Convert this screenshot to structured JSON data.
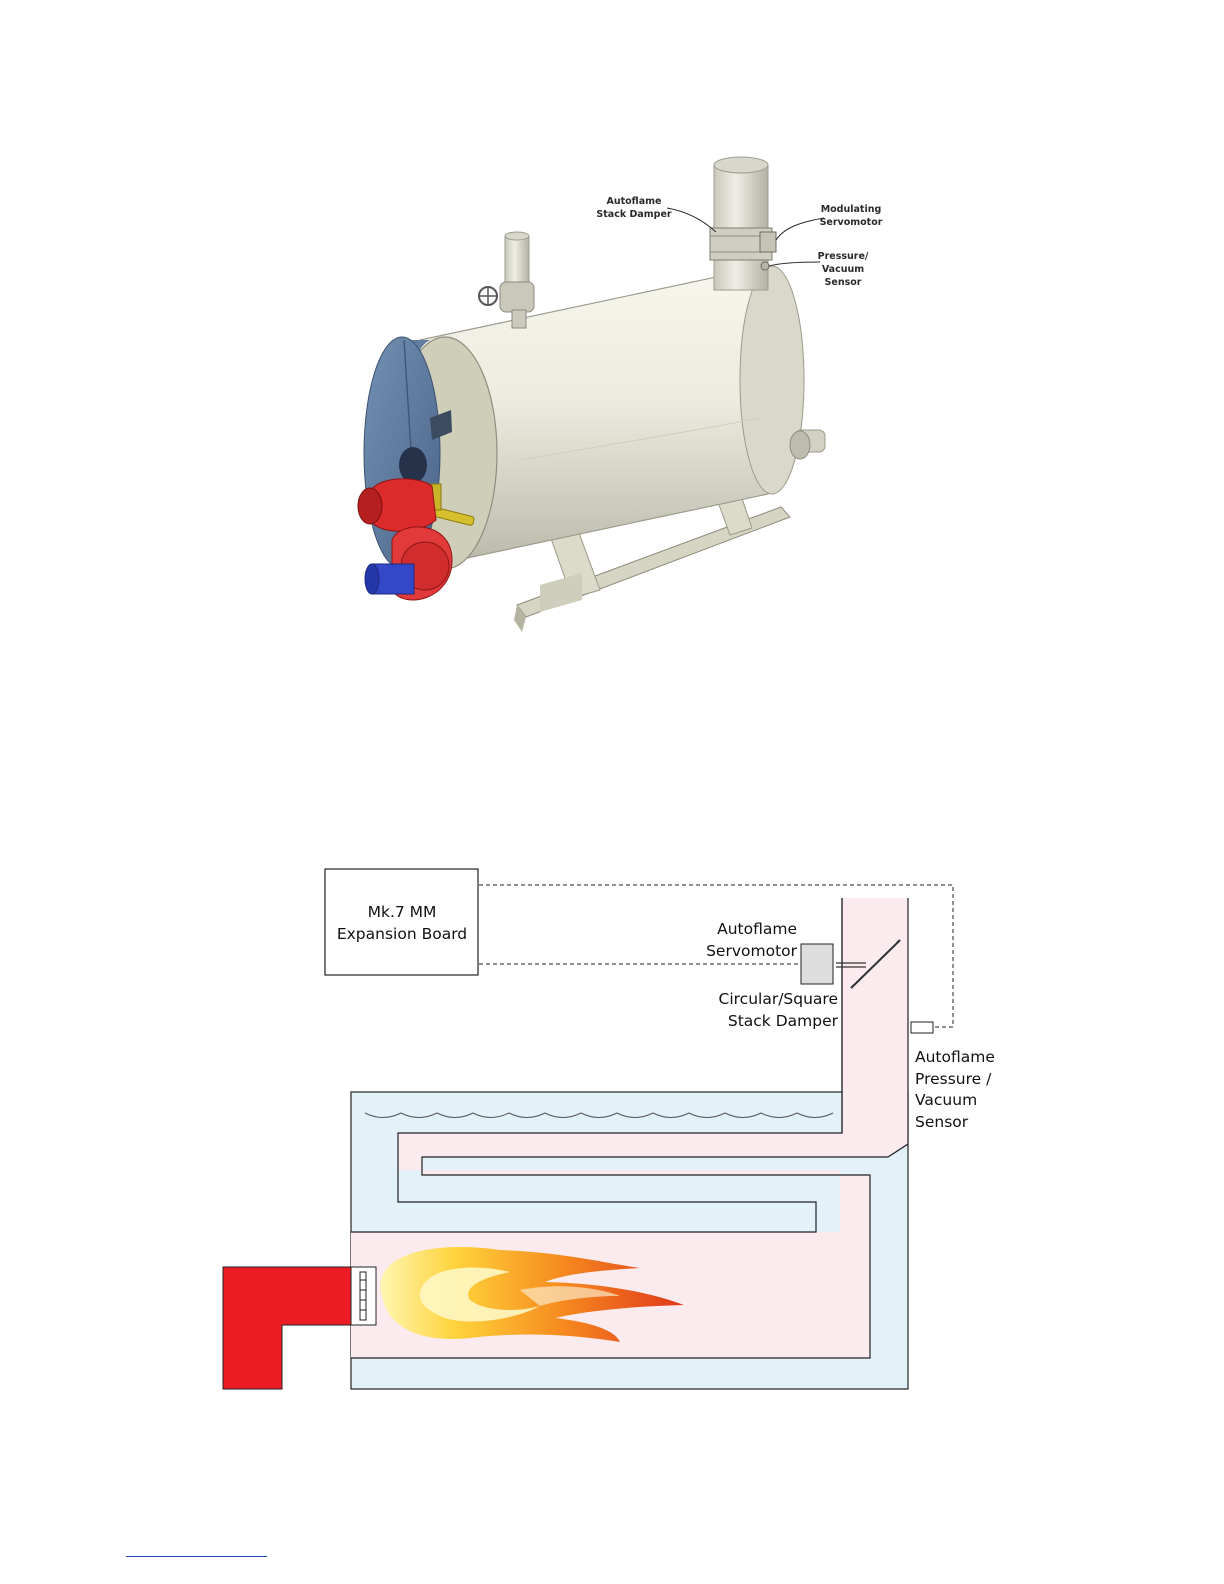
{
  "figure1": {
    "callouts": {
      "stack_damper": [
        "Autoflame",
        "Stack Damper"
      ],
      "servomotor": [
        "Modulating",
        "Servomotor"
      ],
      "sensor": [
        "Pressure/",
        "Vacuum",
        "Sensor"
      ]
    }
  },
  "figure2": {
    "board": [
      "Mk.7 MM",
      "Expansion Board"
    ],
    "servomotor": [
      "Autoflame",
      "Servomotor"
    ],
    "damper": [
      "Circular/Square",
      "Stack Damper"
    ],
    "sensor": [
      "Autoflame",
      "Pressure /",
      "Vacuum",
      "Sensor"
    ]
  },
  "colors": {
    "water": "#e3f2f9",
    "gas": "#fbeaee",
    "burner": "#ed1c24",
    "shell": "#ecebdf",
    "front_plate": "#5d7a9e",
    "fan_motor": "#3348c8",
    "link": "#1f3fbf"
  }
}
